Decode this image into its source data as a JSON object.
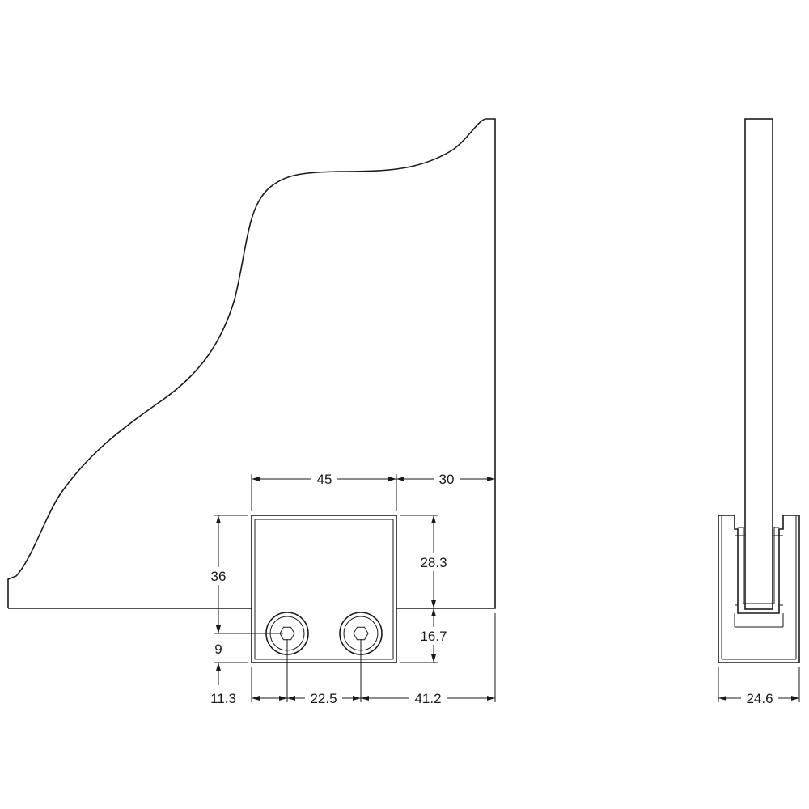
{
  "dimensions": {
    "clamp_width": "45",
    "edge_offset": "30",
    "clamp_height": "36",
    "upper_height": "28.3",
    "lower_height": "16.7",
    "hole_height": "9",
    "hole_left": "11.3",
    "hole_spacing": "22.5",
    "hole_right": "41.2",
    "side_width": "24.6"
  },
  "colors": {
    "line": "#1a1a1a",
    "background": "#ffffff"
  },
  "icons": {
    "fastener": "hex-socket-screw-icon"
  }
}
